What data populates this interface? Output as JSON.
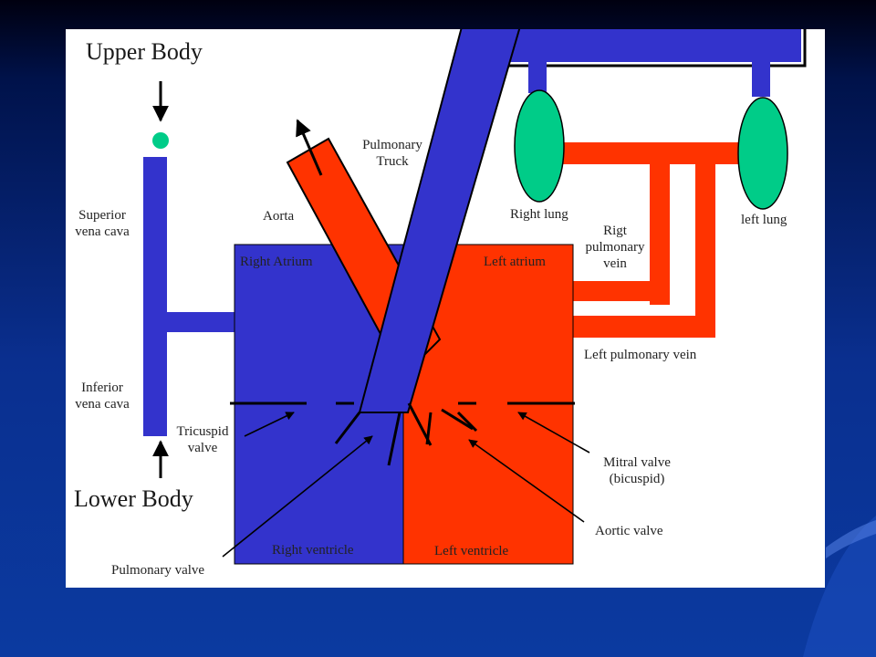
{
  "colors": {
    "deoxygenated": "#3333cc",
    "oxygenated": "#ff3300",
    "lung": "#00cc88",
    "outline": "#000000",
    "panel": "#ffffff"
  },
  "labels": {
    "upper_body": "Upper Body",
    "lower_body": "Lower Body",
    "superior_vena_cava": [
      "Superior",
      "vena cava"
    ],
    "inferior_vena_cava": [
      "Inferior",
      "vena cava"
    ],
    "aorta": "Aorta",
    "pulmonary_truck": [
      "Pulmonary",
      "Truck"
    ],
    "right_atrium": "Right Atrium",
    "left_atrium": "Left atrium",
    "right_lung": "Right lung",
    "left_lung": "left lung",
    "right_pulmonary_vein": [
      "Rigt",
      "pulmonary",
      "vein"
    ],
    "left_pulmonary_vein": "Left pulmonary vein",
    "tricuspid_valve": [
      "Tricuspid",
      "valve"
    ],
    "mitral_valve": [
      "Mitral valve",
      "(bicuspid)"
    ],
    "aortic_valve": "Aortic valve",
    "right_ventricle": "Right ventricle",
    "left_ventricle": "Left ventricle",
    "pulmonary_valve": "Pulmonary valve"
  }
}
